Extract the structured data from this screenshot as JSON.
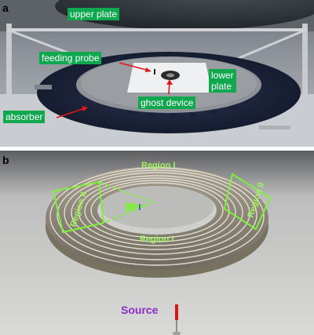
{
  "figure": {
    "panel_a": {
      "letter": "a",
      "labels": {
        "upper_plate": "upper plate",
        "feeding_probe": "feeding probe",
        "lower_plate_line1": "lower",
        "lower_plate_line2": "plate",
        "ghost_device": "ghost device",
        "absorber": "absorber"
      }
    },
    "panel_b": {
      "letter": "b",
      "labels": {
        "region_i_top": "Region I",
        "region_i_bottom": "Region I",
        "region_ii_left": "Region II",
        "region_ii_right": "Region II",
        "source": "Source"
      }
    }
  },
  "colors": {
    "label_bg": "#0fa84f",
    "label_text": "#ffffff",
    "arrow": "#e01818",
    "region_outline": "#7cf03a",
    "region_text": "#9ef55c",
    "source_text": "#8a2bc8",
    "source_marker": "#d81414"
  }
}
